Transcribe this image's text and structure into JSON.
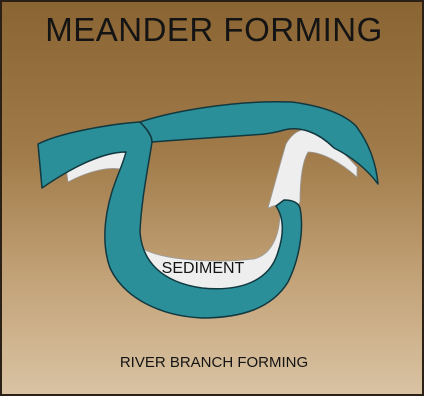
{
  "title": "MEANDER FORMING",
  "labels": {
    "sediment": "SEDIMENT",
    "river_branch": "RIVER BRANCH FORMING"
  },
  "colors": {
    "background_top": "#8a6432",
    "background_bottom": "#d9c3a3",
    "river": "#2a8f98",
    "river_outline": "#123840",
    "sediment": "#eeeeee",
    "text": "#141414"
  }
}
